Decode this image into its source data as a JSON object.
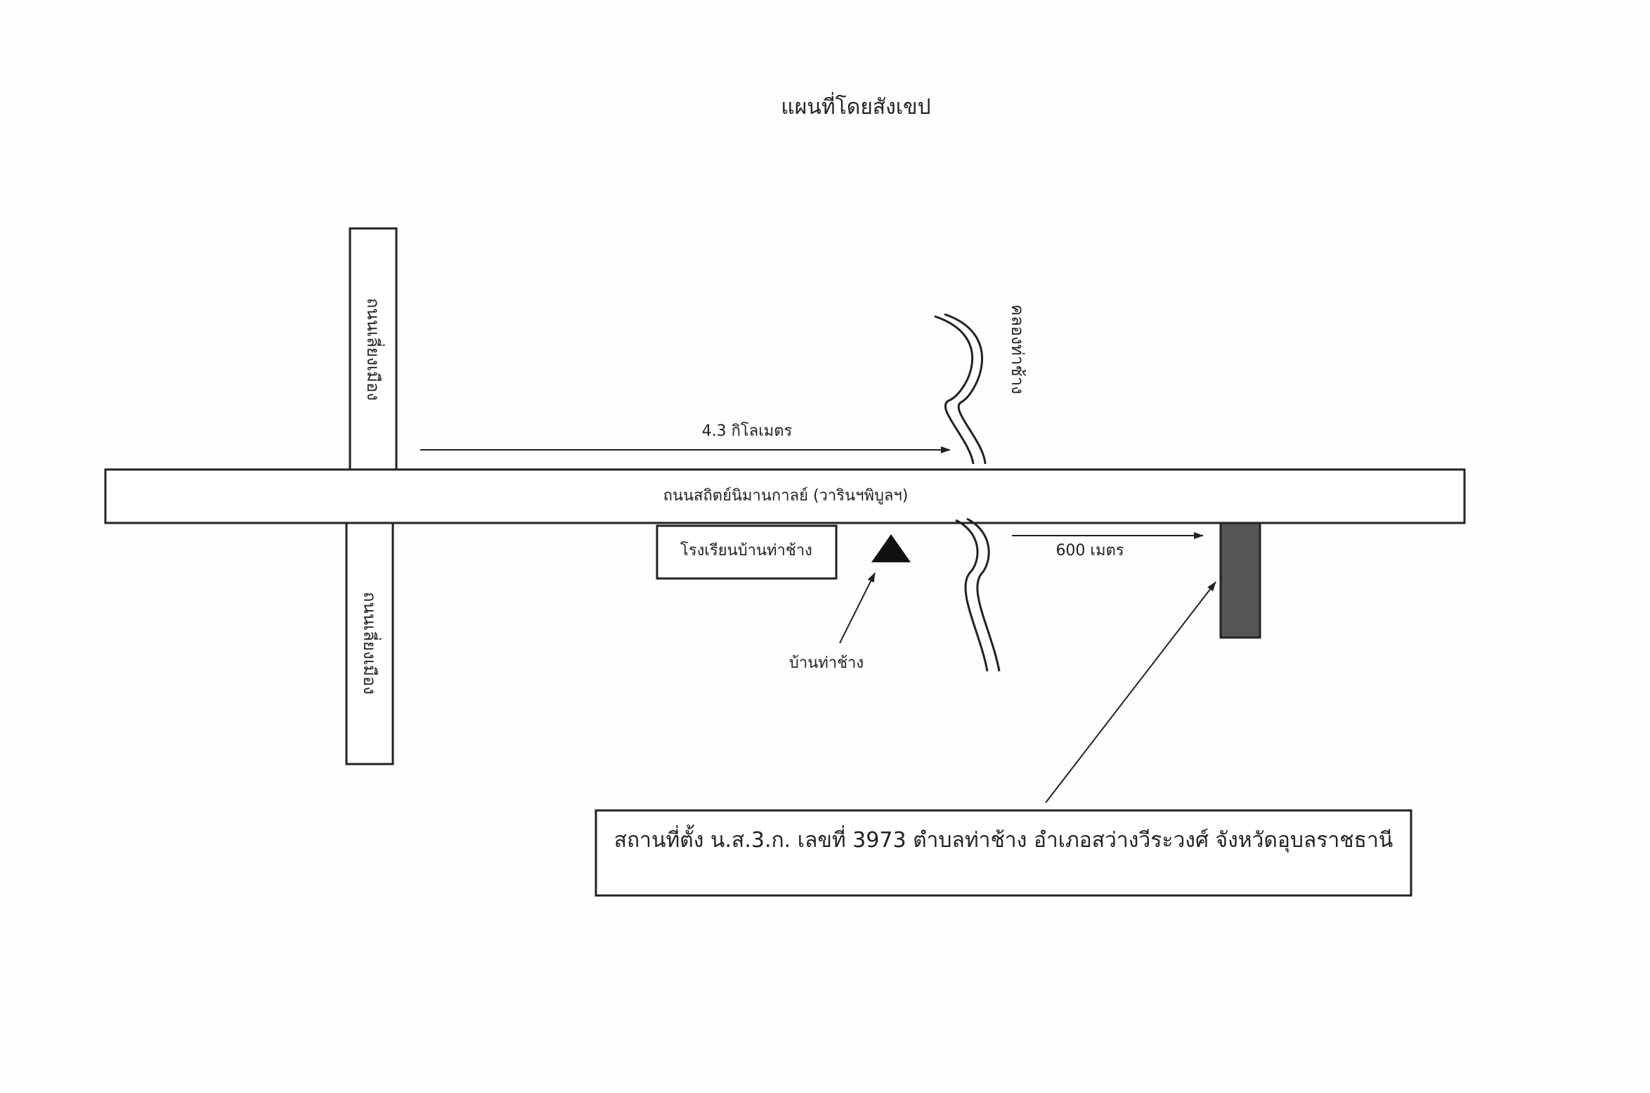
{
  "title": "แผนที่โดยสังเขป",
  "roads": {
    "main_road": "ถนนสถิตย์นิมานกาลย์ (วารินฯพิบูลฯ)",
    "cross_road_north": "ถนนเลี่ยงเมือง",
    "cross_road_south": "ถนนเลี่ยงเมือง"
  },
  "canal": "คลองท่าช้าง",
  "distances": {
    "to_canal": "4.3 กิโลเมตร",
    "to_site": "600 เมตร"
  },
  "landmarks": {
    "school": "โรงเรียนบ้านท่าช้าง",
    "village": "บ้านท่าช้าง"
  },
  "location_box": "สถานที่ตั้ง น.ส.3.ก. เลขที่ 3973 ตำบลท่าช้าง อำเภอสว่างวีระวงศ์ จังหวัดอุบลราชธานี",
  "colors": {
    "line": "#222222",
    "site_marker": "#555555",
    "village_marker": "#111111"
  }
}
